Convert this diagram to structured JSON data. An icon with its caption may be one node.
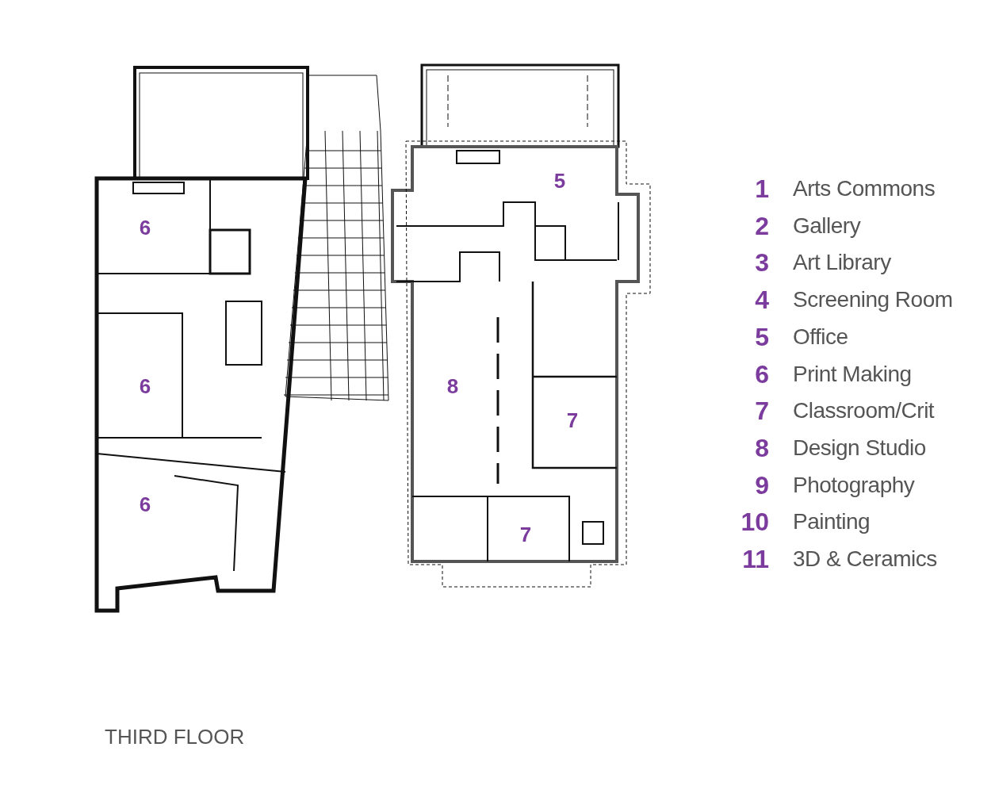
{
  "diagram": {
    "caption": "THIRD FLOOR",
    "labels": [
      "5",
      "6",
      "6",
      "8",
      "7",
      "6",
      "7",
      "1",
      "Arts Commons",
      "2",
      "Gallery",
      "3",
      "Art Library",
      "4",
      "Screening Room",
      "5",
      "Office",
      "6",
      "Print Making",
      "7",
      "Classroom/Crit",
      "8",
      "Design Studio",
      "9",
      "Photography",
      "10",
      "Painting",
      "11",
      "3D & Ceramics"
    ]
  }
}
